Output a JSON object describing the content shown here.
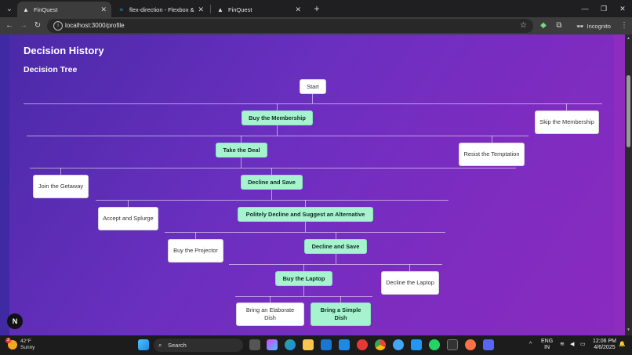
{
  "browser": {
    "tabs": [
      {
        "title": "FinQuest",
        "icon": "triangle-logo-icon",
        "active": true
      },
      {
        "title": "flex-direction - Flexbox & Grid",
        "icon": "tailwind-icon",
        "active": false
      },
      {
        "title": "FinQuest",
        "icon": "triangle-logo-icon",
        "active": false
      }
    ],
    "url": "localhost:3000/profile",
    "incognito_label": "Incognito"
  },
  "page": {
    "title": "Decision History",
    "subtitle": "Decision Tree",
    "nodes": {
      "start": "Start",
      "buy_membership": "Buy the Membership",
      "skip_membership": "Skip the Membership",
      "take_deal": "Take the Deal",
      "resist_temptation": "Resist the Temptation",
      "join_getaway": "Join the Getaway",
      "decline_save_1": "Decline and Save",
      "accept_splurge": "Accept and Splurge",
      "politely_decline": "Politely Decline and Suggest an Alternative",
      "buy_projector": "Buy the Projector",
      "decline_save_2": "Decline and Save",
      "buy_laptop": "Buy the Laptop",
      "decline_laptop": "Decline the Laptop",
      "bring_elaborate": "Bring an Elaborate Dish",
      "bring_simple": "Bring a Simple Dish"
    },
    "nextjs_badge": "N"
  },
  "taskbar": {
    "weather_temp": "42°F",
    "weather_desc": "Sunny",
    "weather_badge": "3",
    "search_placeholder": "Search",
    "lang_1": "ENG",
    "lang_2": "IN",
    "time": "12:06 PM",
    "date": "4/6/2025"
  }
}
